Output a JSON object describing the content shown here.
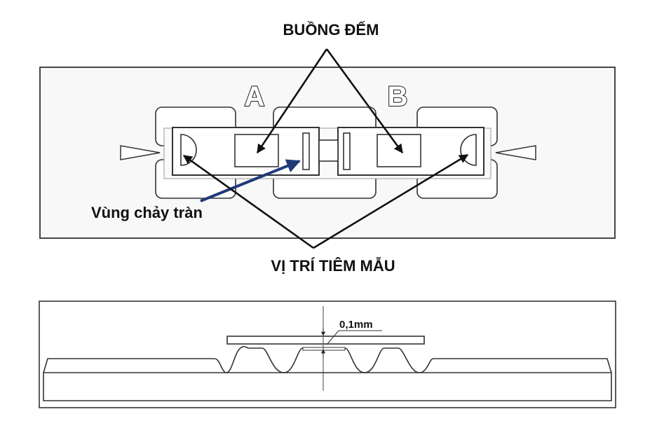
{
  "labels": {
    "counting_chamber": "BUỒNG ĐẾM",
    "chamber_a": "A",
    "chamber_b": "B",
    "overflow_zone": "Vùng chảy tràn",
    "injection_site": "VỊ TRÍ TIÊM MẪU",
    "gap_depth": "0,1mm"
  },
  "colors": {
    "arrow_black": "#111111",
    "arrow_blue": "#1f3a78",
    "outline": "#333333",
    "panel_bg": "#f7f7f7"
  }
}
